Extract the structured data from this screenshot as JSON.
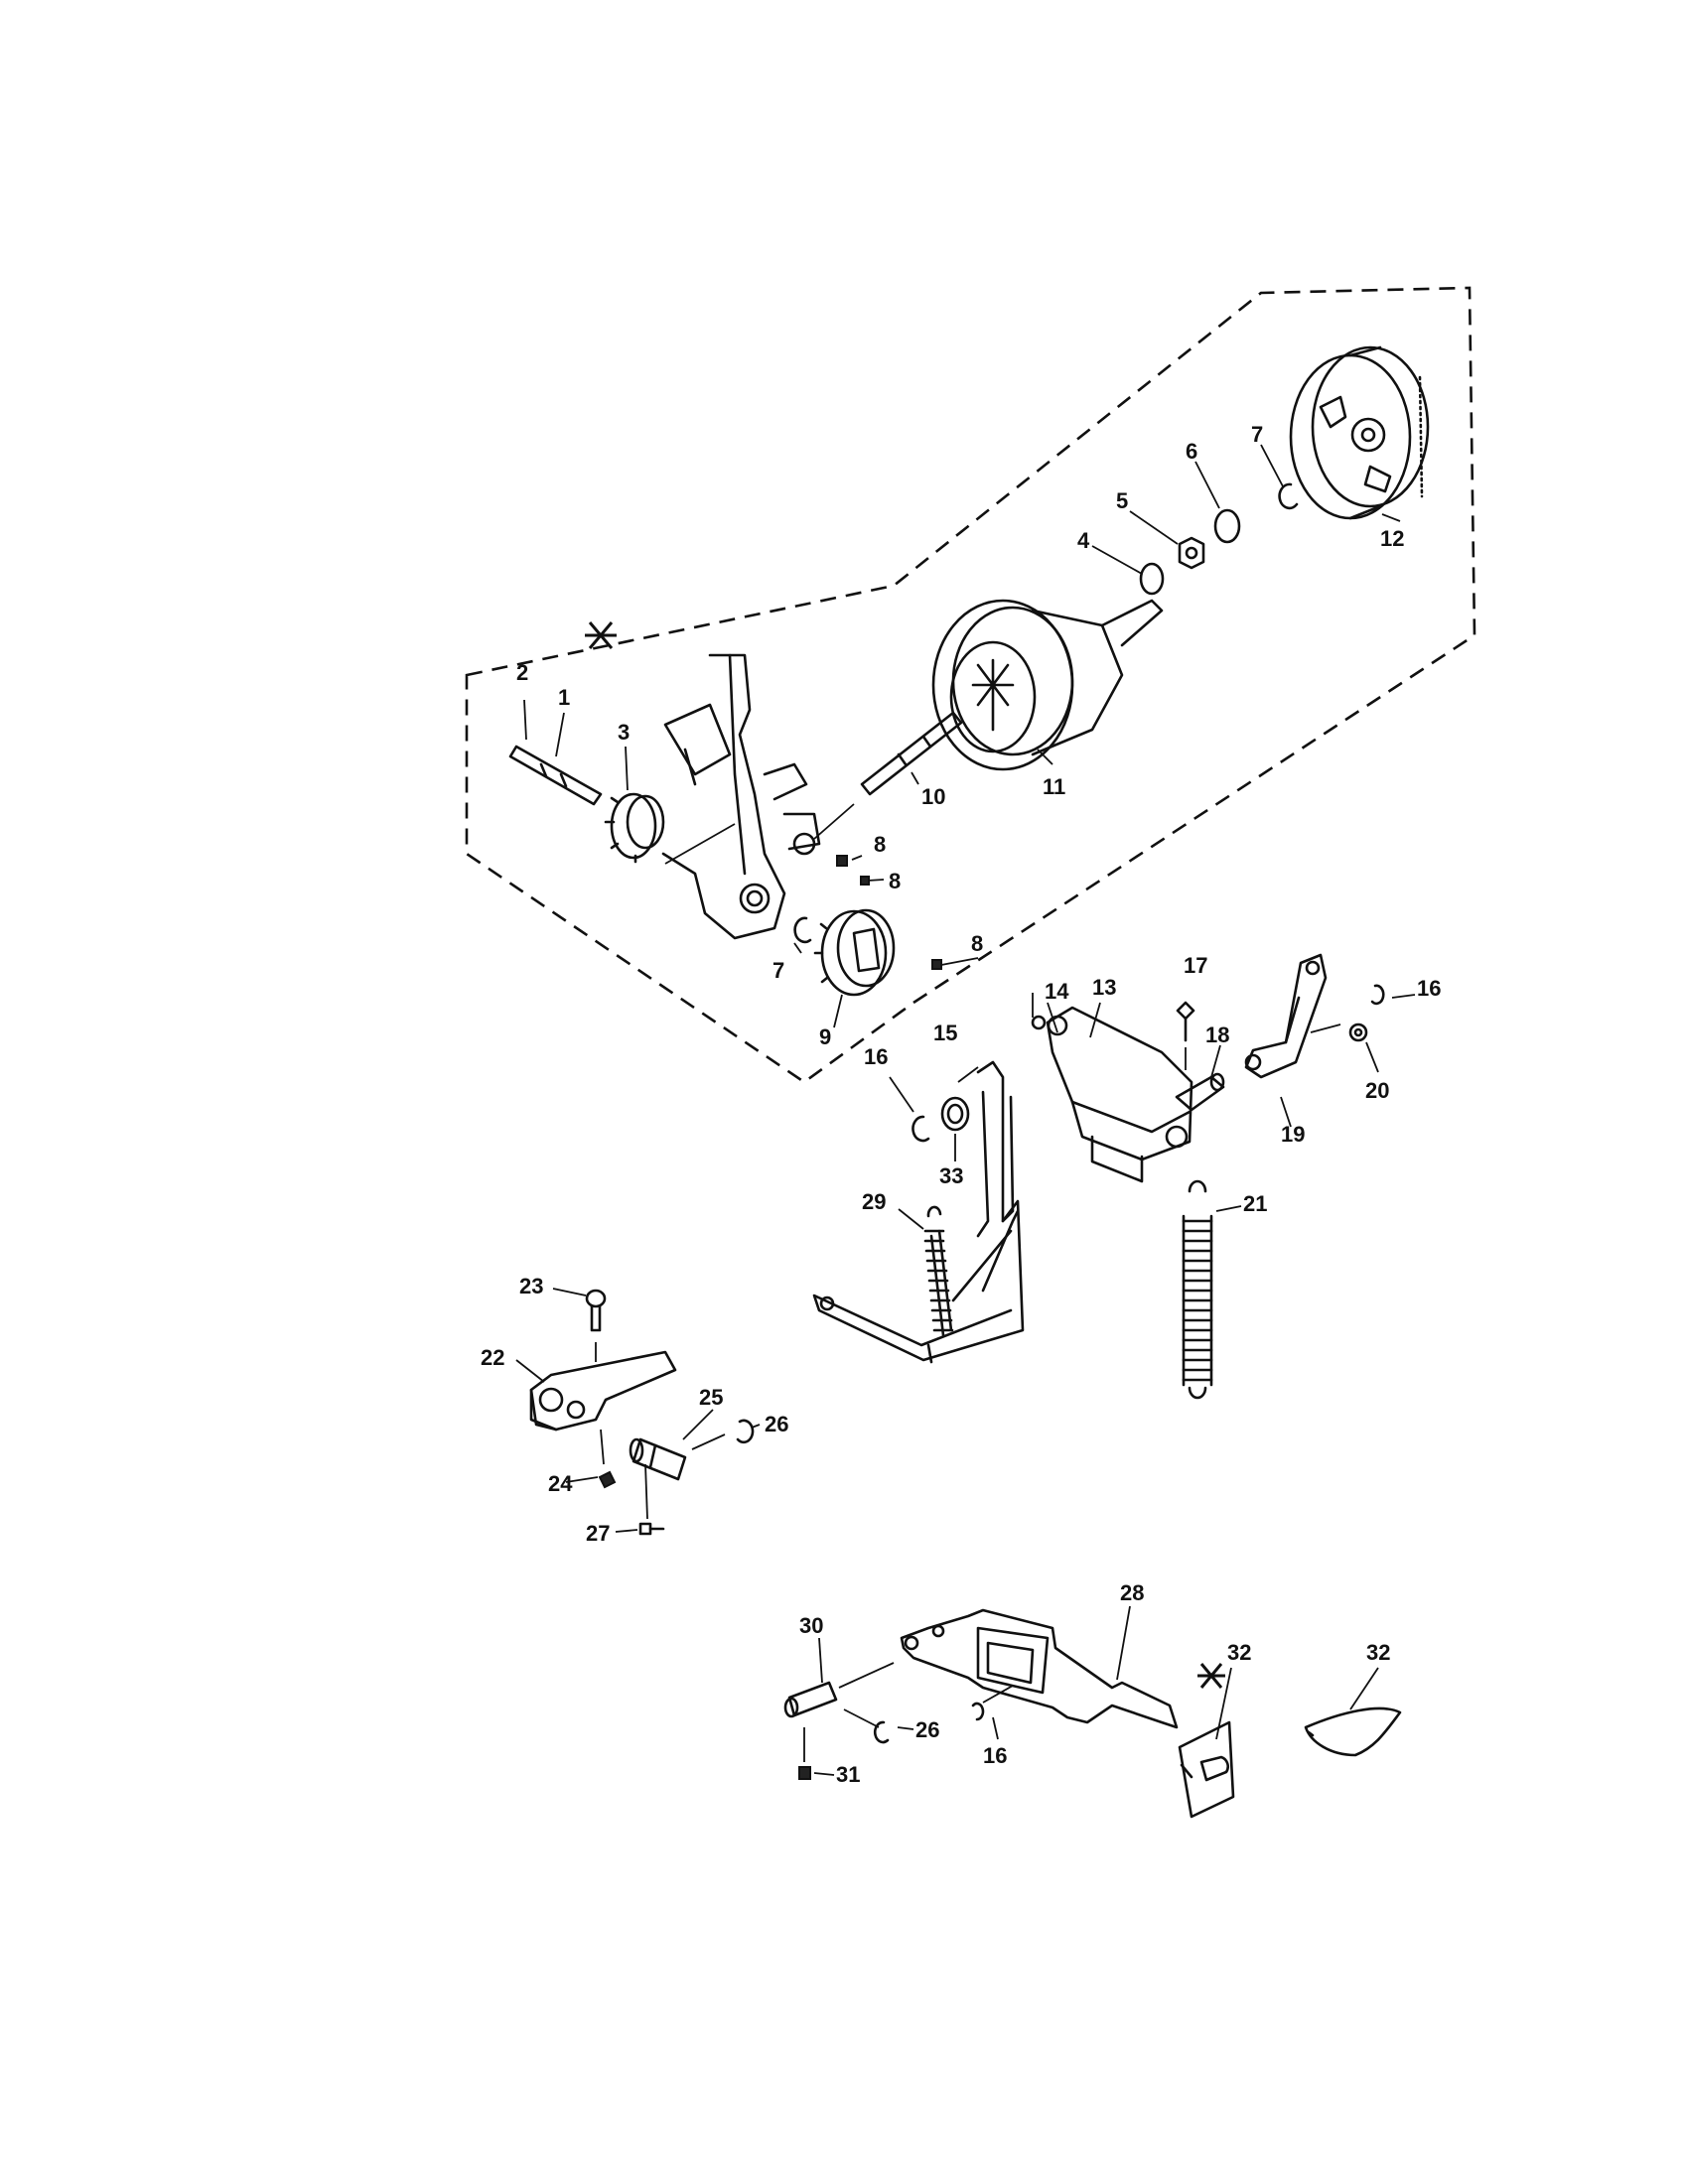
{
  "labels": {
    "p1": "1",
    "p2": "2",
    "p3": "3",
    "p4": "4",
    "p5": "5",
    "p6": "6",
    "p7a": "7",
    "p7b": "7",
    "p8a": "8",
    "p8b": "8",
    "p8c": "8",
    "p9": "9",
    "p10": "10",
    "p11": "11",
    "p12": "12",
    "p13": "13",
    "p14": "14",
    "p15": "15",
    "p16a": "16",
    "p16b": "16",
    "p16c": "16",
    "p17": "17",
    "p18": "18",
    "p19": "19",
    "p20": "20",
    "p21": "21",
    "p22": "22",
    "p23": "23",
    "p24": "24",
    "p25": "25",
    "p26a": "26",
    "p26b": "26",
    "p27": "27",
    "p28": "28",
    "p29": "29",
    "p30": "30",
    "p31": "31",
    "p32a": "32",
    "p32b": "32",
    "p33": "33"
  },
  "markers": {
    "subassembly_symbol": "asterisk"
  }
}
